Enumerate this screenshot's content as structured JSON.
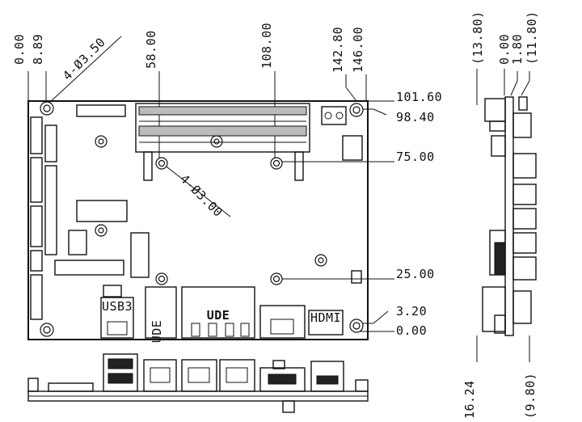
{
  "top_view": {
    "x_dims": [
      "0.00",
      "8.89",
      "58.00",
      "108.00",
      "142.80",
      "146.00"
    ],
    "y_dims": [
      "101.60",
      "98.40",
      "75.00",
      "25.00",
      "3.20",
      "0.00"
    ],
    "hole_callout_large": "4-Ø3.50",
    "hole_callout_small": "4-Ø3.00",
    "port_labels": {
      "usb": "USB3",
      "lan_small": "UDE",
      "lan_big": "UDE",
      "hdmi": "HDMI"
    }
  },
  "side_view": {
    "top_dims": [
      "(13.80)",
      "0.00",
      "1.80",
      "(11.80)"
    ],
    "bottom_dims": [
      "16.24",
      "(9.80)"
    ]
  }
}
